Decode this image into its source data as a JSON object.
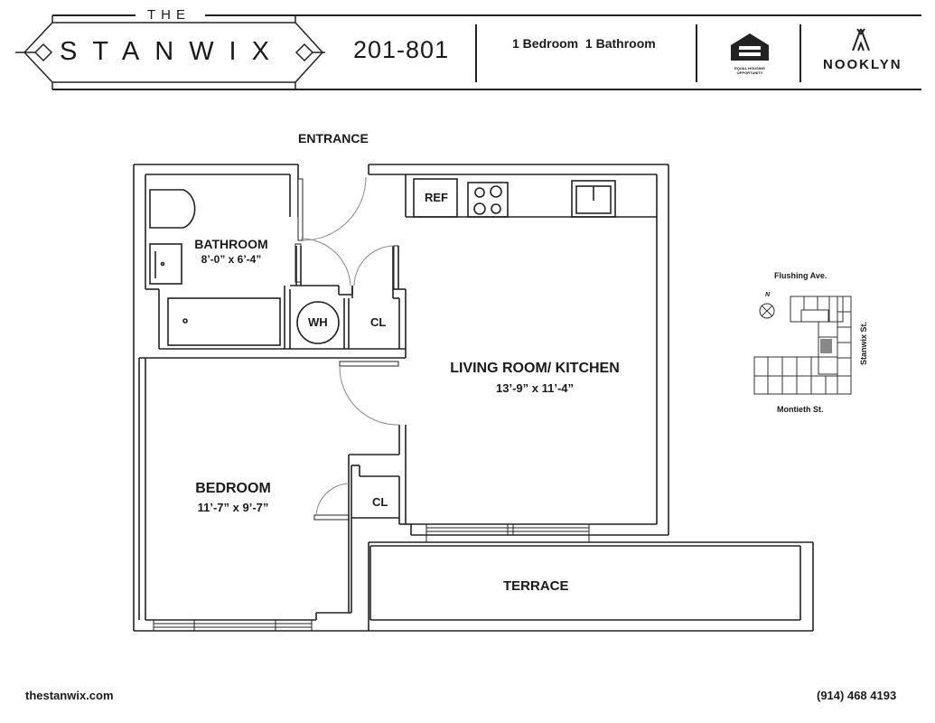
{
  "header": {
    "brand_the": "THE",
    "brand_name": "STANWIX",
    "unit_number": "201-801",
    "unit_type": "1 Bedroom  1 Bathroom",
    "equal_housing_text": "EQUAL HOUSING OPPORTUNITY",
    "agency_name": "NOOKLYN"
  },
  "floorplan": {
    "entrance_label": "ENTRANCE",
    "bathroom": {
      "name": "BATHROOM",
      "dims": "8’-0” x 6’-4”"
    },
    "living": {
      "name": "LIVING ROOM/ KITCHEN",
      "dims": "13’-9” x 11’-4”"
    },
    "bedroom": {
      "name": "BEDROOM",
      "dims": "11’-7” x 9’-7”"
    },
    "terrace": {
      "name": "TERRACE"
    },
    "fixtures": {
      "ref": "REF",
      "wh": "WH",
      "closet": "CL"
    }
  },
  "key_map": {
    "north_label": "N",
    "street_top": "Flushing Ave.",
    "street_right": "Stanwix St.",
    "street_bottom": "Montieth St."
  },
  "footer": {
    "website": "thestanwix.com",
    "phone": "(914) 468 4193"
  }
}
